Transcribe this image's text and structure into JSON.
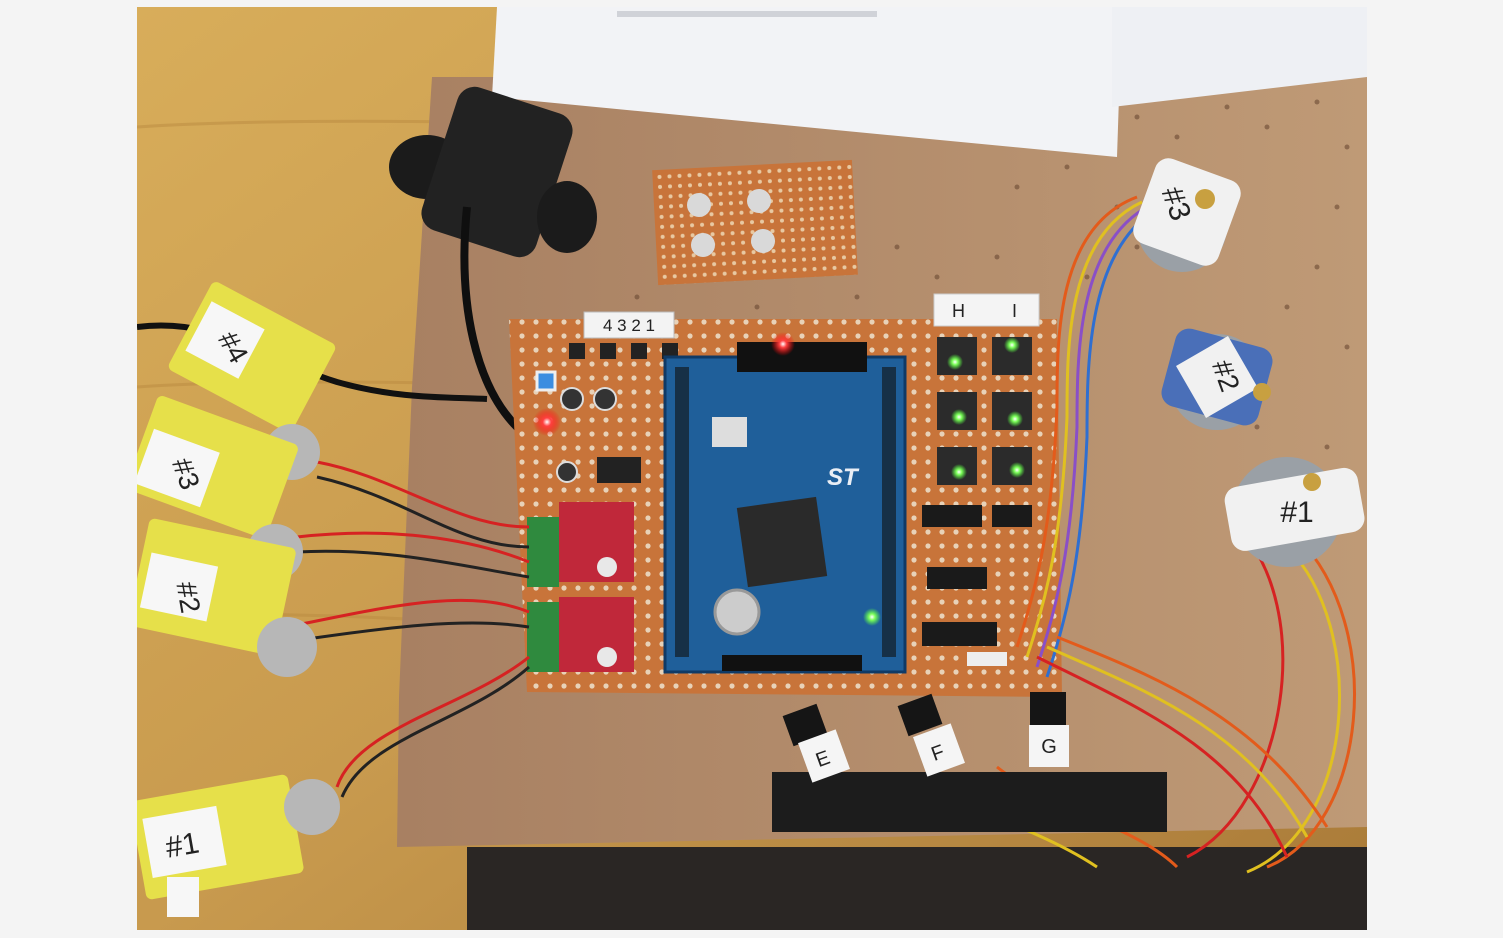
{
  "photo": {
    "labels": {
      "header_digits": "4 3 2 1",
      "motor_1": "#1",
      "motor_2": "#2",
      "motor_3": "#3",
      "motor_4": "#4",
      "stepper_1": "#1",
      "stepper_2": "#2",
      "stepper_3": "#3",
      "sensor_e": "E",
      "sensor_f": "F",
      "sensor_g": "G",
      "driver_h": "H",
      "driver_i": "I",
      "mcu_brand": "ST"
    },
    "colors": {
      "wood": "#c89a4e",
      "cardboard": "#b58c63",
      "pcb": "#c8743a",
      "mcu_board": "#1f5f9a",
      "driver_board": "#c0283a",
      "motor_yellow": "#e6e04a",
      "tape": "#1c1c1c",
      "paper": "#f2f3f6"
    }
  }
}
